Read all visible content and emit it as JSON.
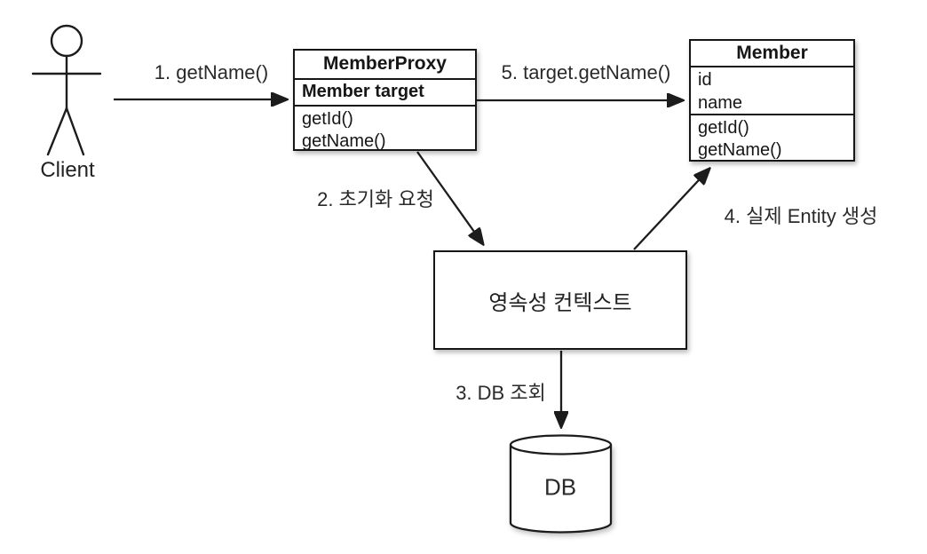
{
  "diagram": {
    "title_hint": "JPA proxy lazy-loading diagram",
    "actor": {
      "label": "Client"
    },
    "classes": {
      "member_proxy": {
        "title": "MemberProxy",
        "attribute": "Member target",
        "methods": [
          "getId()",
          "getName()"
        ]
      },
      "member": {
        "title": "Member",
        "attributes": [
          "id",
          "name"
        ],
        "methods": [
          "getId()",
          "getName()"
        ]
      }
    },
    "persistence_context": {
      "label": "영속성 컨텍스트"
    },
    "database": {
      "label": "DB"
    },
    "arrows": {
      "a1": {
        "label": "1. getName()"
      },
      "a2": {
        "label": "2. 초기화 요청"
      },
      "a3": {
        "label": "3. DB 조회"
      },
      "a4": {
        "label": "4. 실제 Entity 생성"
      },
      "a5": {
        "label": "5. target.getName()"
      }
    },
    "colors": {
      "line": "#1c1c1c",
      "text": "#2a2a2a",
      "background": "#ffffff",
      "box_fill": "#ffffff"
    }
  }
}
